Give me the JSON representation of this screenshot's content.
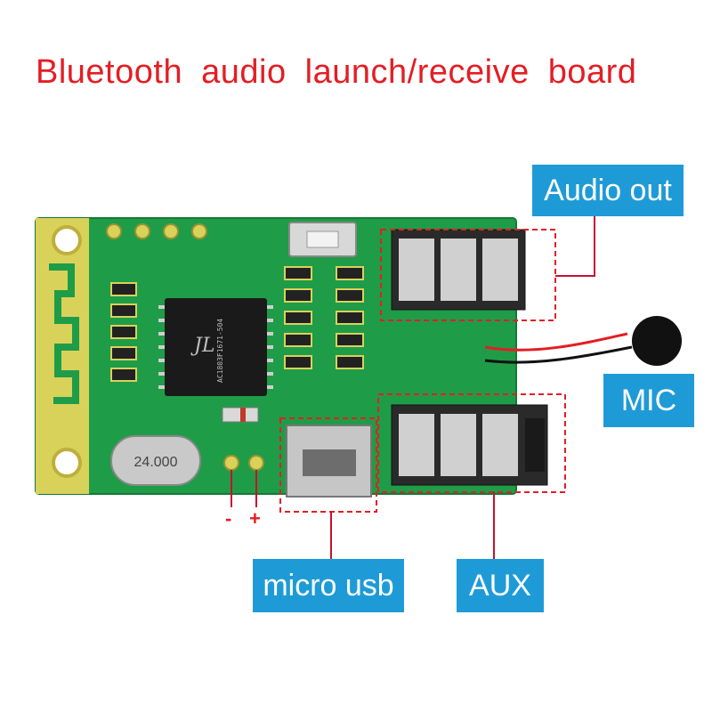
{
  "title": "Bluetooth audio launch/receive board",
  "labels": {
    "audio_out": "Audio out",
    "mic": "MIC",
    "micro_usb": "micro usb",
    "aux": "AUX",
    "minus": "-",
    "plus": "+"
  },
  "pcb": {
    "crystal": "24.000",
    "chip_marking": "JL",
    "chip_code": "AC1803F1671-504"
  },
  "colors": {
    "title": "#e31e24",
    "callout_bg": "#1e9bd7",
    "callout_text": "#ffffff",
    "pcb_green": "#1f9c48",
    "lead_line": "#c8102e"
  }
}
